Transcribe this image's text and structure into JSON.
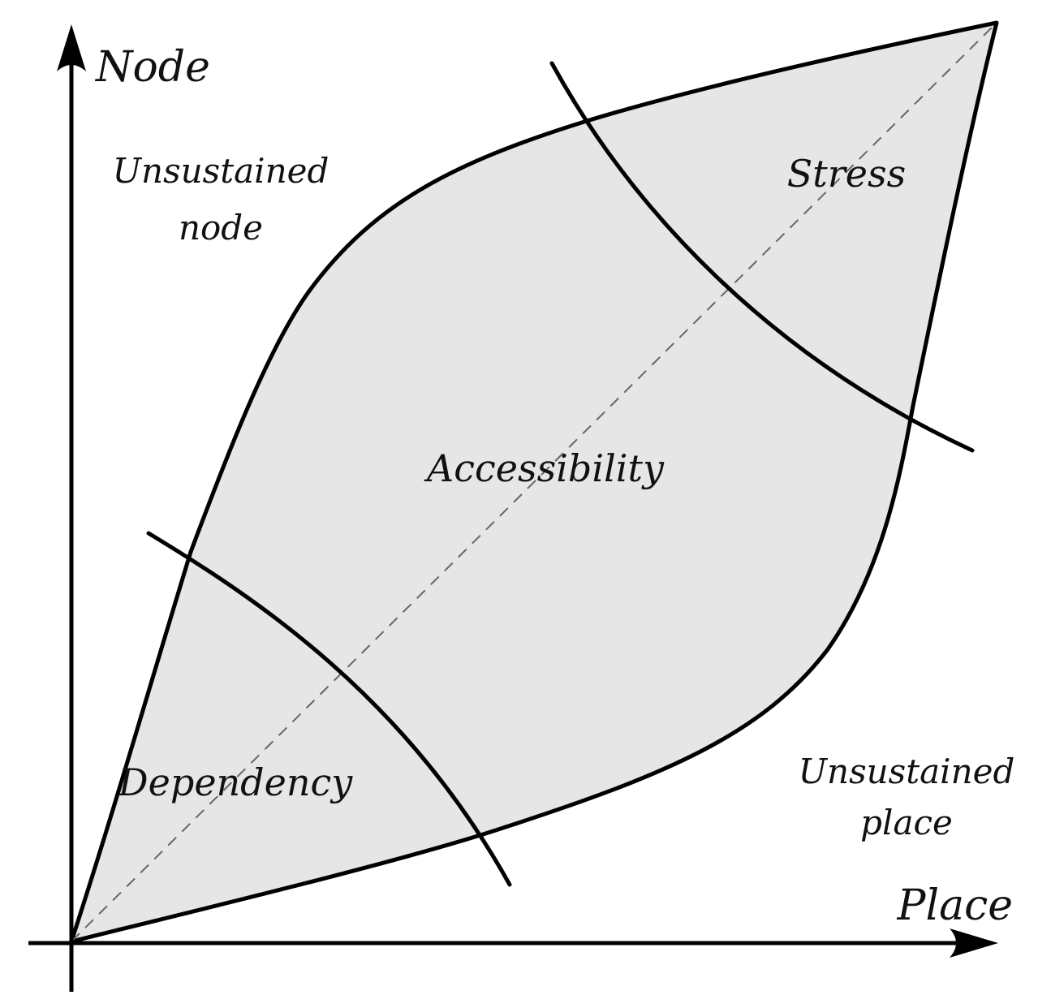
{
  "diagram": {
    "axes": {
      "y_title": "Node",
      "x_title": "Place"
    },
    "regions": {
      "unsustained_node": [
        "Unsustained",
        "node"
      ],
      "stress": "Stress",
      "accessibility": "Accessibility",
      "dependency": "Dependency",
      "unsustained_place": [
        "Unsustained",
        "place"
      ]
    },
    "colors": {
      "fill": "#e6e6e6",
      "stroke": "#000000",
      "diagonal": "#666666"
    }
  }
}
